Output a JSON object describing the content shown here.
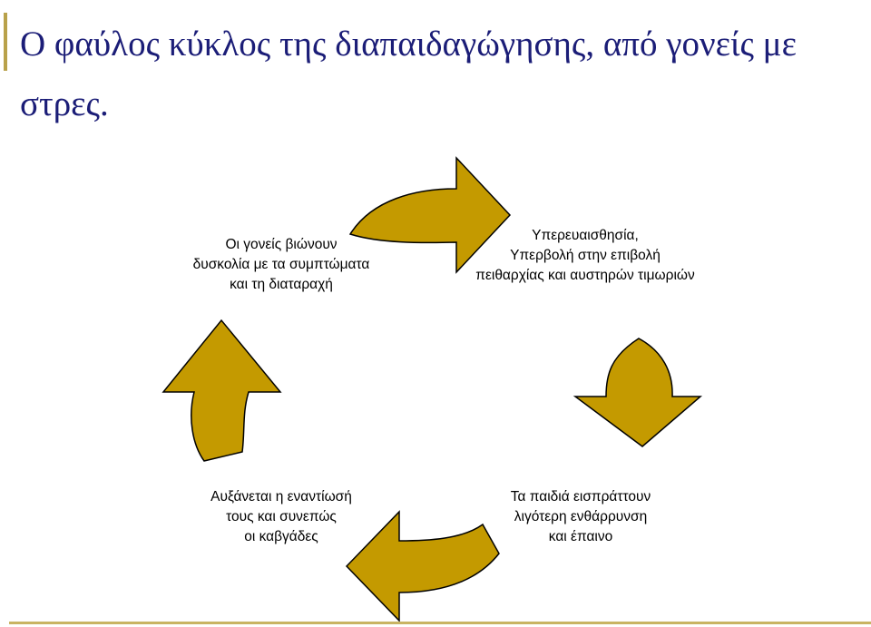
{
  "slide": {
    "title": "Ο φαύλος κύκλος της διαπαιδαγώγησης, από γονείς με στρες."
  },
  "cycle": {
    "arrow_color": "#c49a00",
    "nodes": [
      {
        "lines": [
          "Οι γονείς βιώνουν",
          "δυσκολία με τα συμπτώματα",
          "και τη διαταραχή"
        ]
      },
      {
        "lines": [
          "Υπερευαισθησία,",
          "Υπερβολή στην επιβολή",
          "πειθαρχίας και αυστηρών τιμωριών"
        ]
      },
      {
        "lines": [
          "Τα παιδιά εισπράττουν",
          "λιγότερη ενθάρρυνση",
          "και έπαινο"
        ]
      },
      {
        "lines": [
          "Αυξάνεται η εναντίωσή",
          "τους και συνεπώς",
          "οι καβγάδες"
        ]
      }
    ]
  }
}
